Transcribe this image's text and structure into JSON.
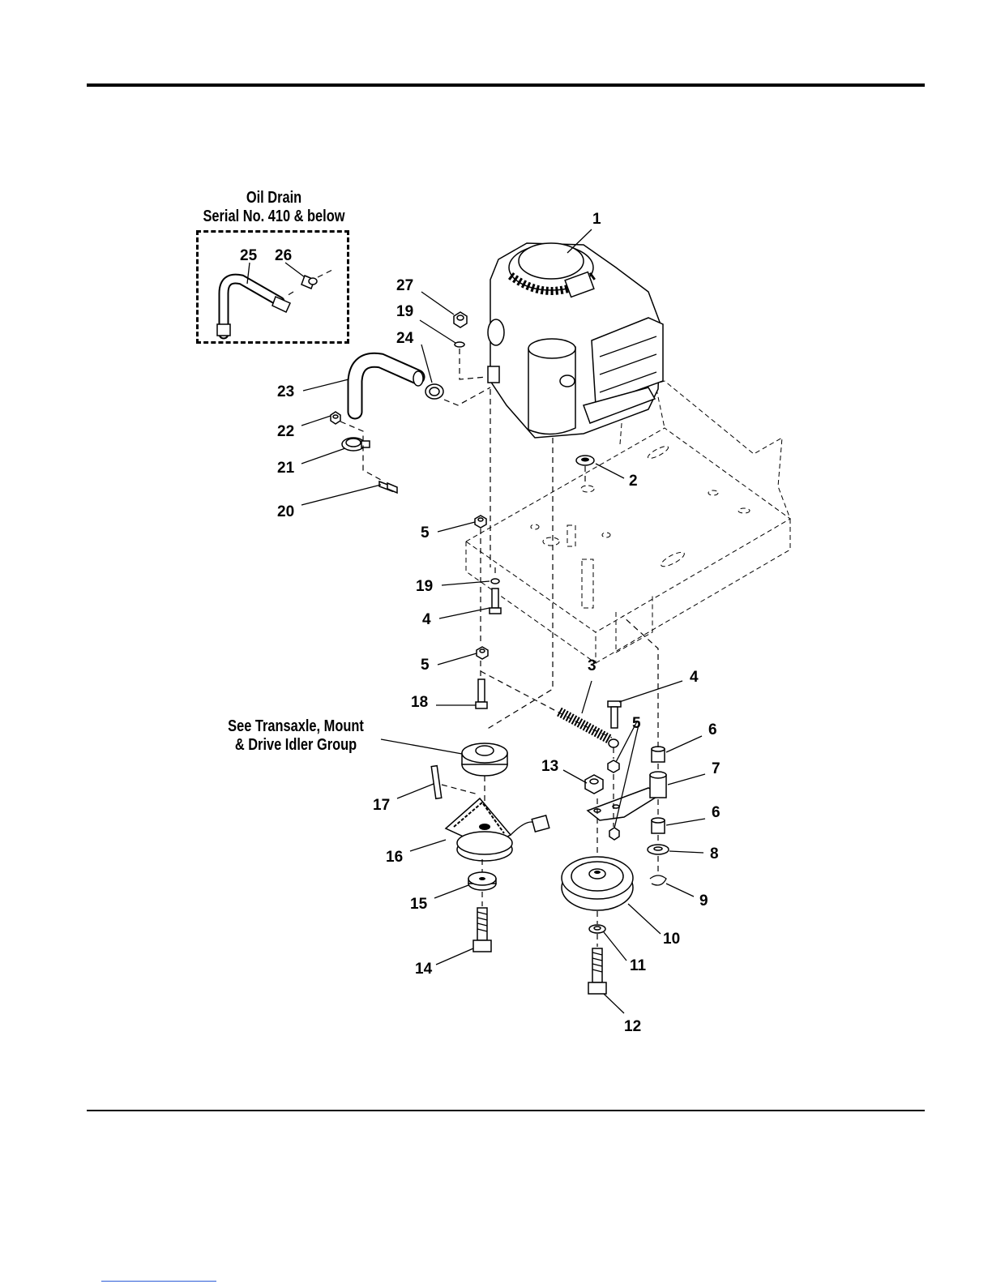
{
  "inset": {
    "title_line1": "Oil Drain",
    "title_line2": "Serial No. 410 & below"
  },
  "note": {
    "line1": "See Transaxle, Mount",
    "line2": "& Drive Idler Group"
  },
  "callouts": {
    "c1": "1",
    "c2": "2",
    "c3": "3",
    "c4a": "4",
    "c4b": "4",
    "c5a": "5",
    "c5b": "5",
    "c5c": "5",
    "c6a": "6",
    "c6b": "6",
    "c7": "7",
    "c8": "8",
    "c9": "9",
    "c10": "10",
    "c11": "11",
    "c12": "12",
    "c13": "13",
    "c14": "14",
    "c15": "15",
    "c16": "16",
    "c17": "17",
    "c18": "18",
    "c19a": "19",
    "c19b": "19",
    "c20": "20",
    "c21": "21",
    "c22": "22",
    "c23": "23",
    "c24": "24",
    "c25": "25",
    "c26": "26",
    "c27": "27"
  }
}
